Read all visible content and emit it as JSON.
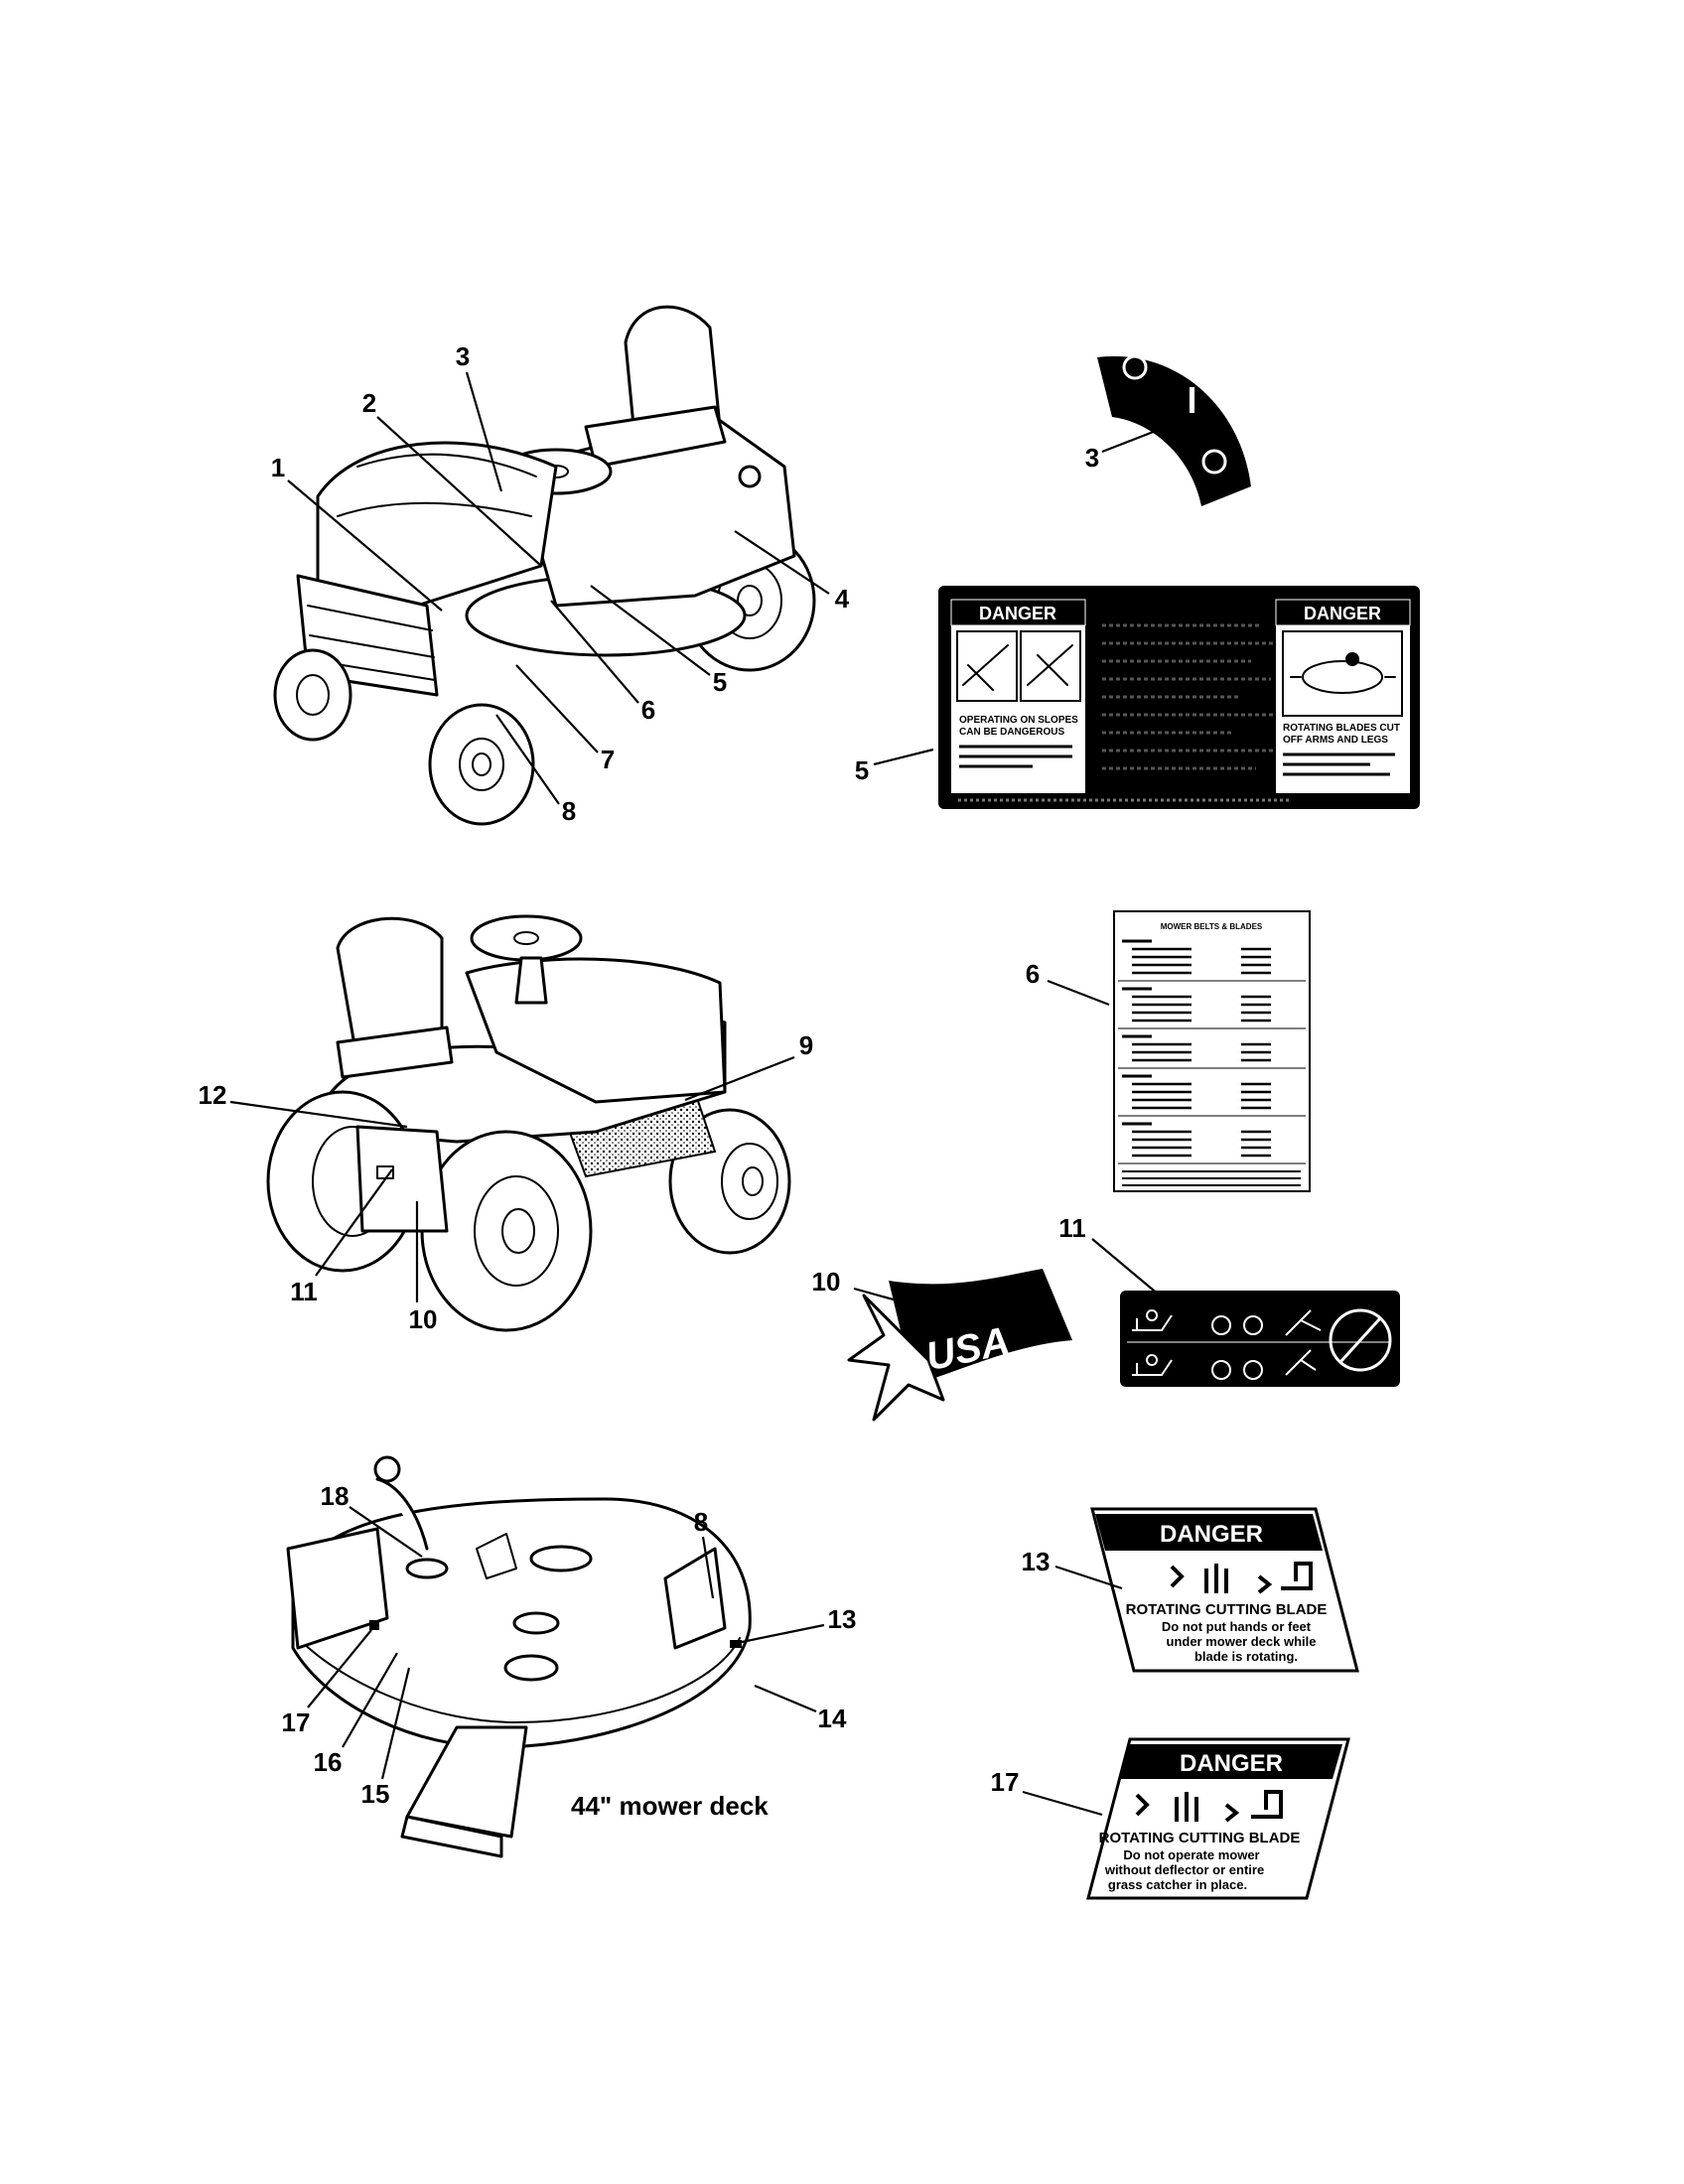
{
  "callouts": [
    {
      "id": "1",
      "text": "1"
    },
    {
      "id": "2",
      "text": "2"
    },
    {
      "id": "3a",
      "text": "3"
    },
    {
      "id": "4",
      "text": "4"
    },
    {
      "id": "5a",
      "text": "5"
    },
    {
      "id": "6a",
      "text": "6"
    },
    {
      "id": "7",
      "text": "7"
    },
    {
      "id": "8a",
      "text": "8"
    },
    {
      "id": "3b",
      "text": "3"
    },
    {
      "id": "5b",
      "text": "5"
    },
    {
      "id": "6b",
      "text": "6"
    },
    {
      "id": "9",
      "text": "9"
    },
    {
      "id": "12",
      "text": "12"
    },
    {
      "id": "11a",
      "text": "11"
    },
    {
      "id": "10a",
      "text": "10"
    },
    {
      "id": "10b",
      "text": "10"
    },
    {
      "id": "11b",
      "text": "11"
    },
    {
      "id": "18",
      "text": "18"
    },
    {
      "id": "8b",
      "text": "8"
    },
    {
      "id": "13a",
      "text": "13"
    },
    {
      "id": "14",
      "text": "14"
    },
    {
      "id": "17a",
      "text": "17"
    },
    {
      "id": "16",
      "text": "16"
    },
    {
      "id": "15",
      "text": "15"
    },
    {
      "id": "13b",
      "text": "13"
    },
    {
      "id": "17b",
      "text": "17"
    }
  ],
  "deck_caption": "44\" mower deck",
  "decal_5": {
    "left_header": "DANGER",
    "right_header": "DANGER",
    "left_text": [
      "OPERATING ON SLOPES",
      "CAN BE DANGEROUS"
    ],
    "right_text": [
      "ROTATING BLADES CUT",
      "OFF ARMS AND LEGS"
    ]
  },
  "decal_6": {
    "title": "MOWER BELTS & BLADES"
  },
  "decal_10": {
    "text": "USA"
  },
  "decal_13": {
    "header": "DANGER",
    "title": "ROTATING CUTTING BLADE",
    "lines": [
      "Do not put hands or feet",
      "under mower deck while",
      "blade is rotating."
    ]
  },
  "decal_17": {
    "header": "DANGER",
    "title": "ROTATING CUTTING BLADE",
    "lines": [
      "Do not operate mower",
      "without deflector or entire",
      "grass catcher in place."
    ]
  }
}
